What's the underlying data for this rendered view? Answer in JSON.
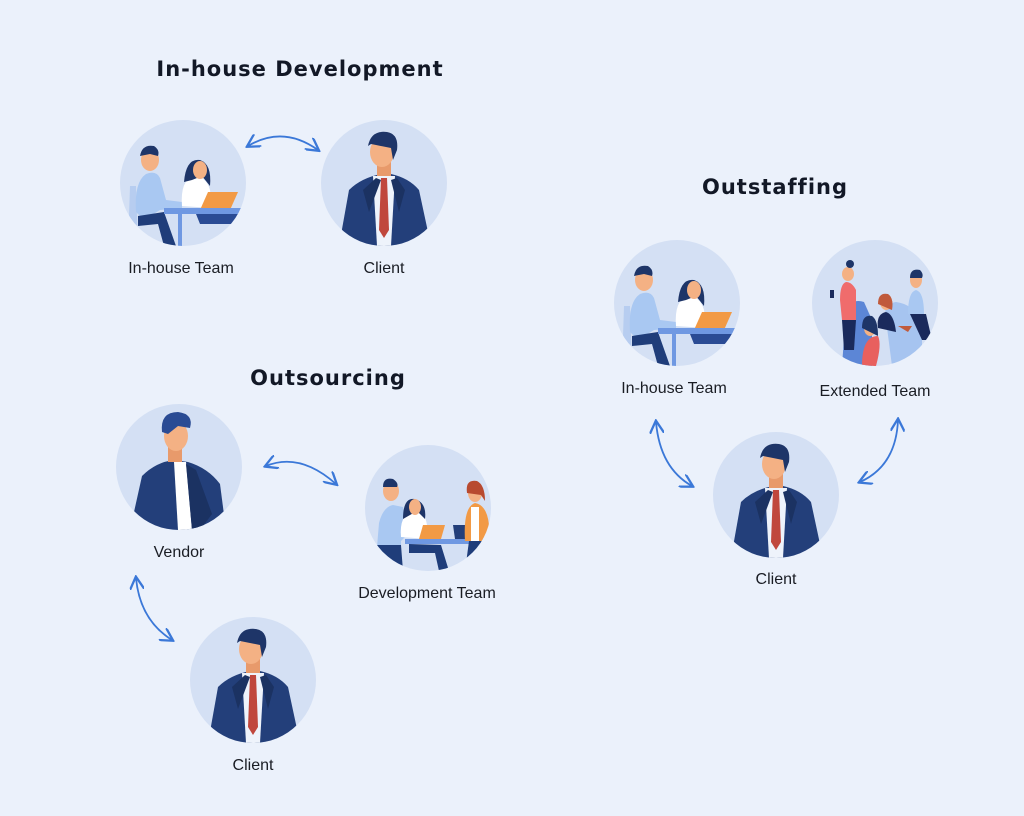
{
  "sections": {
    "inhouse": {
      "title": "In-house Development",
      "nodes": {
        "team": {
          "label": "In-house Team",
          "icon": "team-at-desk-illustration"
        },
        "client": {
          "label": "Client",
          "icon": "businessman-illustration"
        }
      }
    },
    "outsourcing": {
      "title": "Outsourcing",
      "nodes": {
        "vendor": {
          "label": "Vendor",
          "icon": "vendor-illustration"
        },
        "devteam": {
          "label": "Development Team",
          "icon": "development-team-illustration"
        },
        "client": {
          "label": "Client",
          "icon": "businessman-illustration"
        }
      }
    },
    "outstaffing": {
      "title": "Outstaffing",
      "nodes": {
        "team": {
          "label": "In-house Team",
          "icon": "team-at-desk-illustration"
        },
        "extended": {
          "label": "Extended Team",
          "icon": "extended-team-illustration"
        },
        "client": {
          "label": "Client",
          "icon": "businessman-illustration"
        }
      }
    }
  },
  "colors": {
    "background": "#ebf1fb",
    "circle": "#d4e0f4",
    "arrow": "#3b78d8",
    "title": "#121826",
    "suit": "#233f7a",
    "tie": "#c0473d",
    "laptop": "#f29a45"
  }
}
